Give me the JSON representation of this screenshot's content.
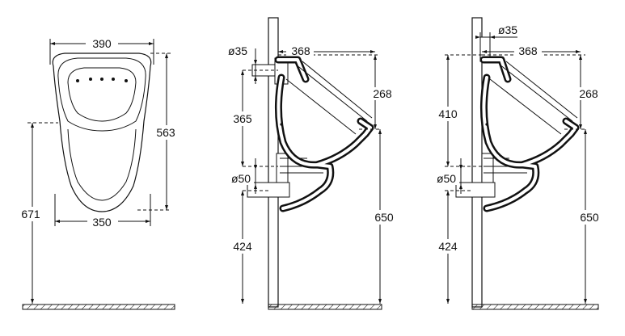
{
  "drawing": {
    "front_view": {
      "width_top": "390",
      "width_bottom": "350",
      "height_body": "563",
      "height_floor": "671"
    },
    "side_view_1": {
      "pipe_top_diameter": "ø35",
      "depth": "368",
      "height_rim": "268",
      "pipe_spacing": "365",
      "pipe_bottom_diameter": "ø50",
      "height_outlet": "424",
      "height_total": "650"
    },
    "side_view_2": {
      "pipe_top_diameter": "ø35",
      "depth": "368",
      "height_rim": "268",
      "pipe_spacing": "410",
      "pipe_bottom_diameter": "ø50",
      "height_outlet": "424",
      "height_total": "650"
    }
  }
}
